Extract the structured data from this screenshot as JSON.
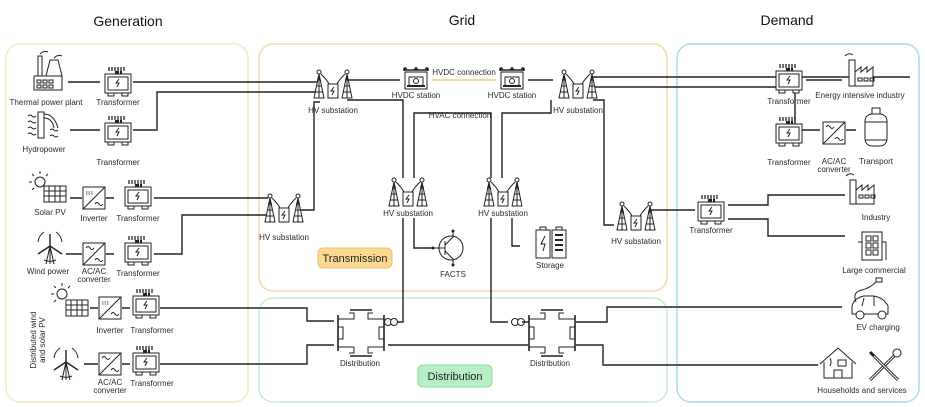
{
  "sections": {
    "generation": {
      "title": "Generation",
      "border_color": "#f6e9b8"
    },
    "grid": {
      "title": "Grid",
      "transmission_border_color": "#f3d9a8",
      "distribution_border_color": "#c9ecd3"
    },
    "demand": {
      "title": "Demand",
      "border_color": "#a9dcef"
    }
  },
  "badges": {
    "transmission": {
      "label": "Transmission",
      "fill": "#fbd991",
      "border": "#eec070"
    },
    "distribution": {
      "label": "Distribution",
      "fill": "#b6efc6",
      "border": "#8fdca6"
    }
  },
  "generation": {
    "thermal": {
      "source": "Thermal power plant",
      "transformer": "Transformer"
    },
    "hydro": {
      "source": "Hydropower",
      "transformer": "Transformer"
    },
    "solar": {
      "source": "Solar PV",
      "converter": "Inverter",
      "transformer": "Transformer"
    },
    "wind": {
      "source": "Wind power",
      "converter": "AC/AC",
      "converter2": "converter",
      "transformer": "Transformer"
    },
    "distributed_label_1": "Distributed wind",
    "distributed_label_2": "and solar PV",
    "dist_solar": {
      "converter": "Inverter",
      "transformer": "Transformer"
    },
    "dist_wind": {
      "converter": "AC/AC",
      "converter2": "converter",
      "transformer": "Transformer"
    }
  },
  "grid": {
    "hv_substation": "HV substation",
    "hvdc_station": "HVDC station",
    "hvdc_connection": "HVDC connection",
    "hvdc_connection_color": "#f2cf7a",
    "hvac_connection": "HVAC connection",
    "facts": "FACTS",
    "storage": "Storage",
    "distribution": "Distribution"
  },
  "demand": {
    "transformer": "Transformer",
    "energy_intensive": "Energy intensive industry",
    "acac_1": "AC/AC",
    "acac_2": "converter",
    "transport": "Transport",
    "industry": "Industry",
    "large_commercial": "Large commercial",
    "ev_charging": "EV charging",
    "households": "Households and services"
  }
}
